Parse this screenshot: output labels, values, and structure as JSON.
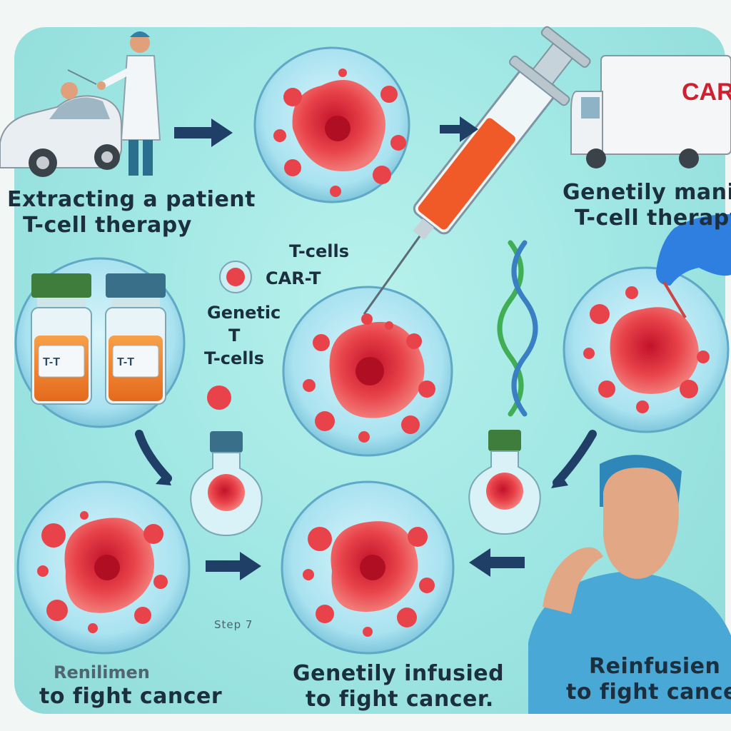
{
  "labels": {
    "extracting_line1": "Extracting a patient",
    "extracting_line2": "T-cell therapy",
    "t_cells_caption": "T-cells",
    "car_t": "CAR-T",
    "genetic_line1": "Genetic",
    "genetic_line2": "T",
    "genetic_line3": "T-cells",
    "genetily_line1": "Genetily mani",
    "genetily_line2": "T-cell therapy",
    "step": "Step 7",
    "left_bottom_line1": "Renilimen",
    "left_bottom_line2": "to fight cancer",
    "center_bottom_line1": "Genetily infusied",
    "center_bottom_line2": "to fight cancer.",
    "right_bottom_line1": "Reinfusien",
    "right_bottom_line2": "to fight cancer",
    "truck_logo": "CAR-",
    "vial_label_1": "T-T",
    "vial_label_2": "T-T"
  },
  "icons": [
    "car-icon",
    "doctor-icon",
    "truck-icon",
    "syringe-icon",
    "dna-icon",
    "vial-icon",
    "flask-icon",
    "gloved-hand-icon",
    "surgeon-icon",
    "arrow-icon"
  ],
  "colors": {
    "background": "#9ee6e3",
    "cell_red": "#e8434a",
    "arrow": "#1f3f66",
    "text": "#1c2f3e",
    "medium": "#f06a32",
    "cap_green": "#3f7d3c",
    "scrub_blue": "#49a8d6"
  }
}
